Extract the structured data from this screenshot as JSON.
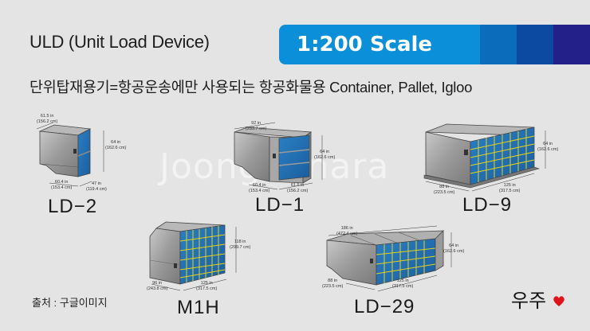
{
  "header": {
    "title": "ULD (Unit Load Device)",
    "scale_badge": "1:200 Scale",
    "subtitle": "단위탑재용기=항공운송에만 사용되는 항공화물용 Container, Pallet, Igloo"
  },
  "colors": {
    "background": "#e4e4e4",
    "scale_main": "#0a8fd8",
    "scale_band_1": "#0a6cba",
    "scale_band_2": "#0b4aa0",
    "scale_band_3": "#23208a",
    "container_blue": "#2a7fc4",
    "net_yellow": "#e8d21a",
    "heart_red": "#e0131b"
  },
  "watermark": "Joongdonara",
  "ulds": [
    {
      "name": "LD-2",
      "label": "LD−2",
      "dims": {
        "top": "61.5 in\n(156.2 cm)",
        "height": "64 in\n(162.6 cm)",
        "base": "60.4 in\n(153.4 cm)",
        "depth": "47 in\n(119.4 cm)"
      }
    },
    {
      "name": "LD-1",
      "label": "LD−1",
      "dims": {
        "top": "92 in\n(233.7 cm)",
        "height": "64 in\n(162.6 cm)",
        "base": "60.4 in\n(153.4 cm)",
        "depth": "61.5 in\n(156.2 cm)"
      }
    },
    {
      "name": "LD-9",
      "label": "LD−9",
      "dims": {
        "height": "64 in\n(162.6 cm)",
        "base": "88 in\n(223.5 cm)",
        "depth": "125 in\n(317.5 cm)"
      }
    },
    {
      "name": "M1H",
      "label": "M1H",
      "dims": {
        "height": "118 in\n(299.7 cm)",
        "base": "96 in\n(243.8 cm)",
        "depth": "125 in\n(317.5 cm)"
      }
    },
    {
      "name": "LD-29",
      "label": "LD−29",
      "dims": {
        "top": "186 in\n(472.4 cm)",
        "height": "64 in\n(162.6 cm)",
        "base": "88 in\n(223.5 cm)",
        "depth": "125 in\n(317.5 cm)"
      }
    }
  ],
  "footer": {
    "source": "출처 : 구글이미지",
    "signature": "우주"
  }
}
